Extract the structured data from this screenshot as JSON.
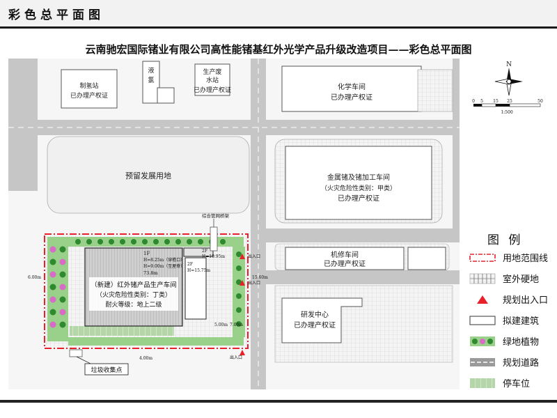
{
  "header": {
    "title": "彩色总平面图"
  },
  "plan_title": "云南驰宏国际锗业有限公司高性能锗基红外光学产品升级改造项目——彩色总平面图",
  "buildings": {
    "hydrogen_station": {
      "name": "制氢站",
      "status": "已办理产权证"
    },
    "liquid_chlorine": {
      "name": "液氯"
    },
    "wastewater": {
      "name_line1": "生产废",
      "name_line2": "水站",
      "status": "已办理产权证"
    },
    "chemical_workshop": {
      "name": "化学车间",
      "status": "已办理产权证"
    },
    "reserved_land": {
      "name": "预留发展用地"
    },
    "metal_workshop": {
      "name": "金属锗及锗加工车间",
      "fire_class": "（火灾危险性类别：甲类）",
      "status": "已办理产权证"
    },
    "repair_workshop": {
      "name": "机修车间",
      "status": "已办理产权证"
    },
    "rd_center": {
      "name": "研发中心",
      "status": "已办理产权证"
    },
    "new_workshop": {
      "name": "（新建）红外锗产品生产车间",
      "fire_class": "（火灾危险性类别：丁类）",
      "fire_resistance": "耐火等级：地上二级",
      "floors": "1F",
      "height_line1": "H=8.25m（穿檐口）",
      "height_line2": "H=9.00m（至屋脊）",
      "dimension": "73.8m"
    },
    "annex_2f_north": {
      "floors": "2F",
      "height": "H=10.95m"
    },
    "annex_2f_south": {
      "floors": "2F",
      "height": "H=15.75m"
    }
  },
  "annotations": {
    "pipe_rack": "综合管网桥架",
    "garbage_point": "垃圾收集点",
    "entrance_1": "出入口",
    "entrance_2": "出入口",
    "entrance_3": "出入口",
    "dim_left": "6.00m",
    "dim_right": "5.00m",
    "dim_road": "7.00m",
    "dim_south": "4.00m",
    "dim_east": "15.60m"
  },
  "north_arrow": {
    "letter": "N"
  },
  "scale_bar": {
    "ticks": [
      "0",
      "5",
      "15",
      "25",
      "50"
    ],
    "ratio": "1:500"
  },
  "legend": {
    "title": "图 例",
    "items": [
      {
        "label": "用地范围线",
        "icon": "red-dash-boundary-icon"
      },
      {
        "label": "室外硬地",
        "icon": "grid-hatch-icon"
      },
      {
        "label": "规划出入口",
        "icon": "red-triangle-icon"
      },
      {
        "label": "拟建建筑",
        "icon": "white-rectangle-icon"
      },
      {
        "label": "绿地植物",
        "icon": "green-plants-icon"
      },
      {
        "label": "规划道路",
        "icon": "grey-road-icon"
      },
      {
        "label": "停车位",
        "icon": "green-parking-icon"
      }
    ]
  },
  "colors": {
    "boundary_red": "#e8202a",
    "road_grey": "#bfbfbf",
    "plant_green": "#2f8a2f",
    "grass_green": "#9ad18a",
    "building_grey": "#d7d7d7",
    "parking_green": "#b5d6a9"
  }
}
